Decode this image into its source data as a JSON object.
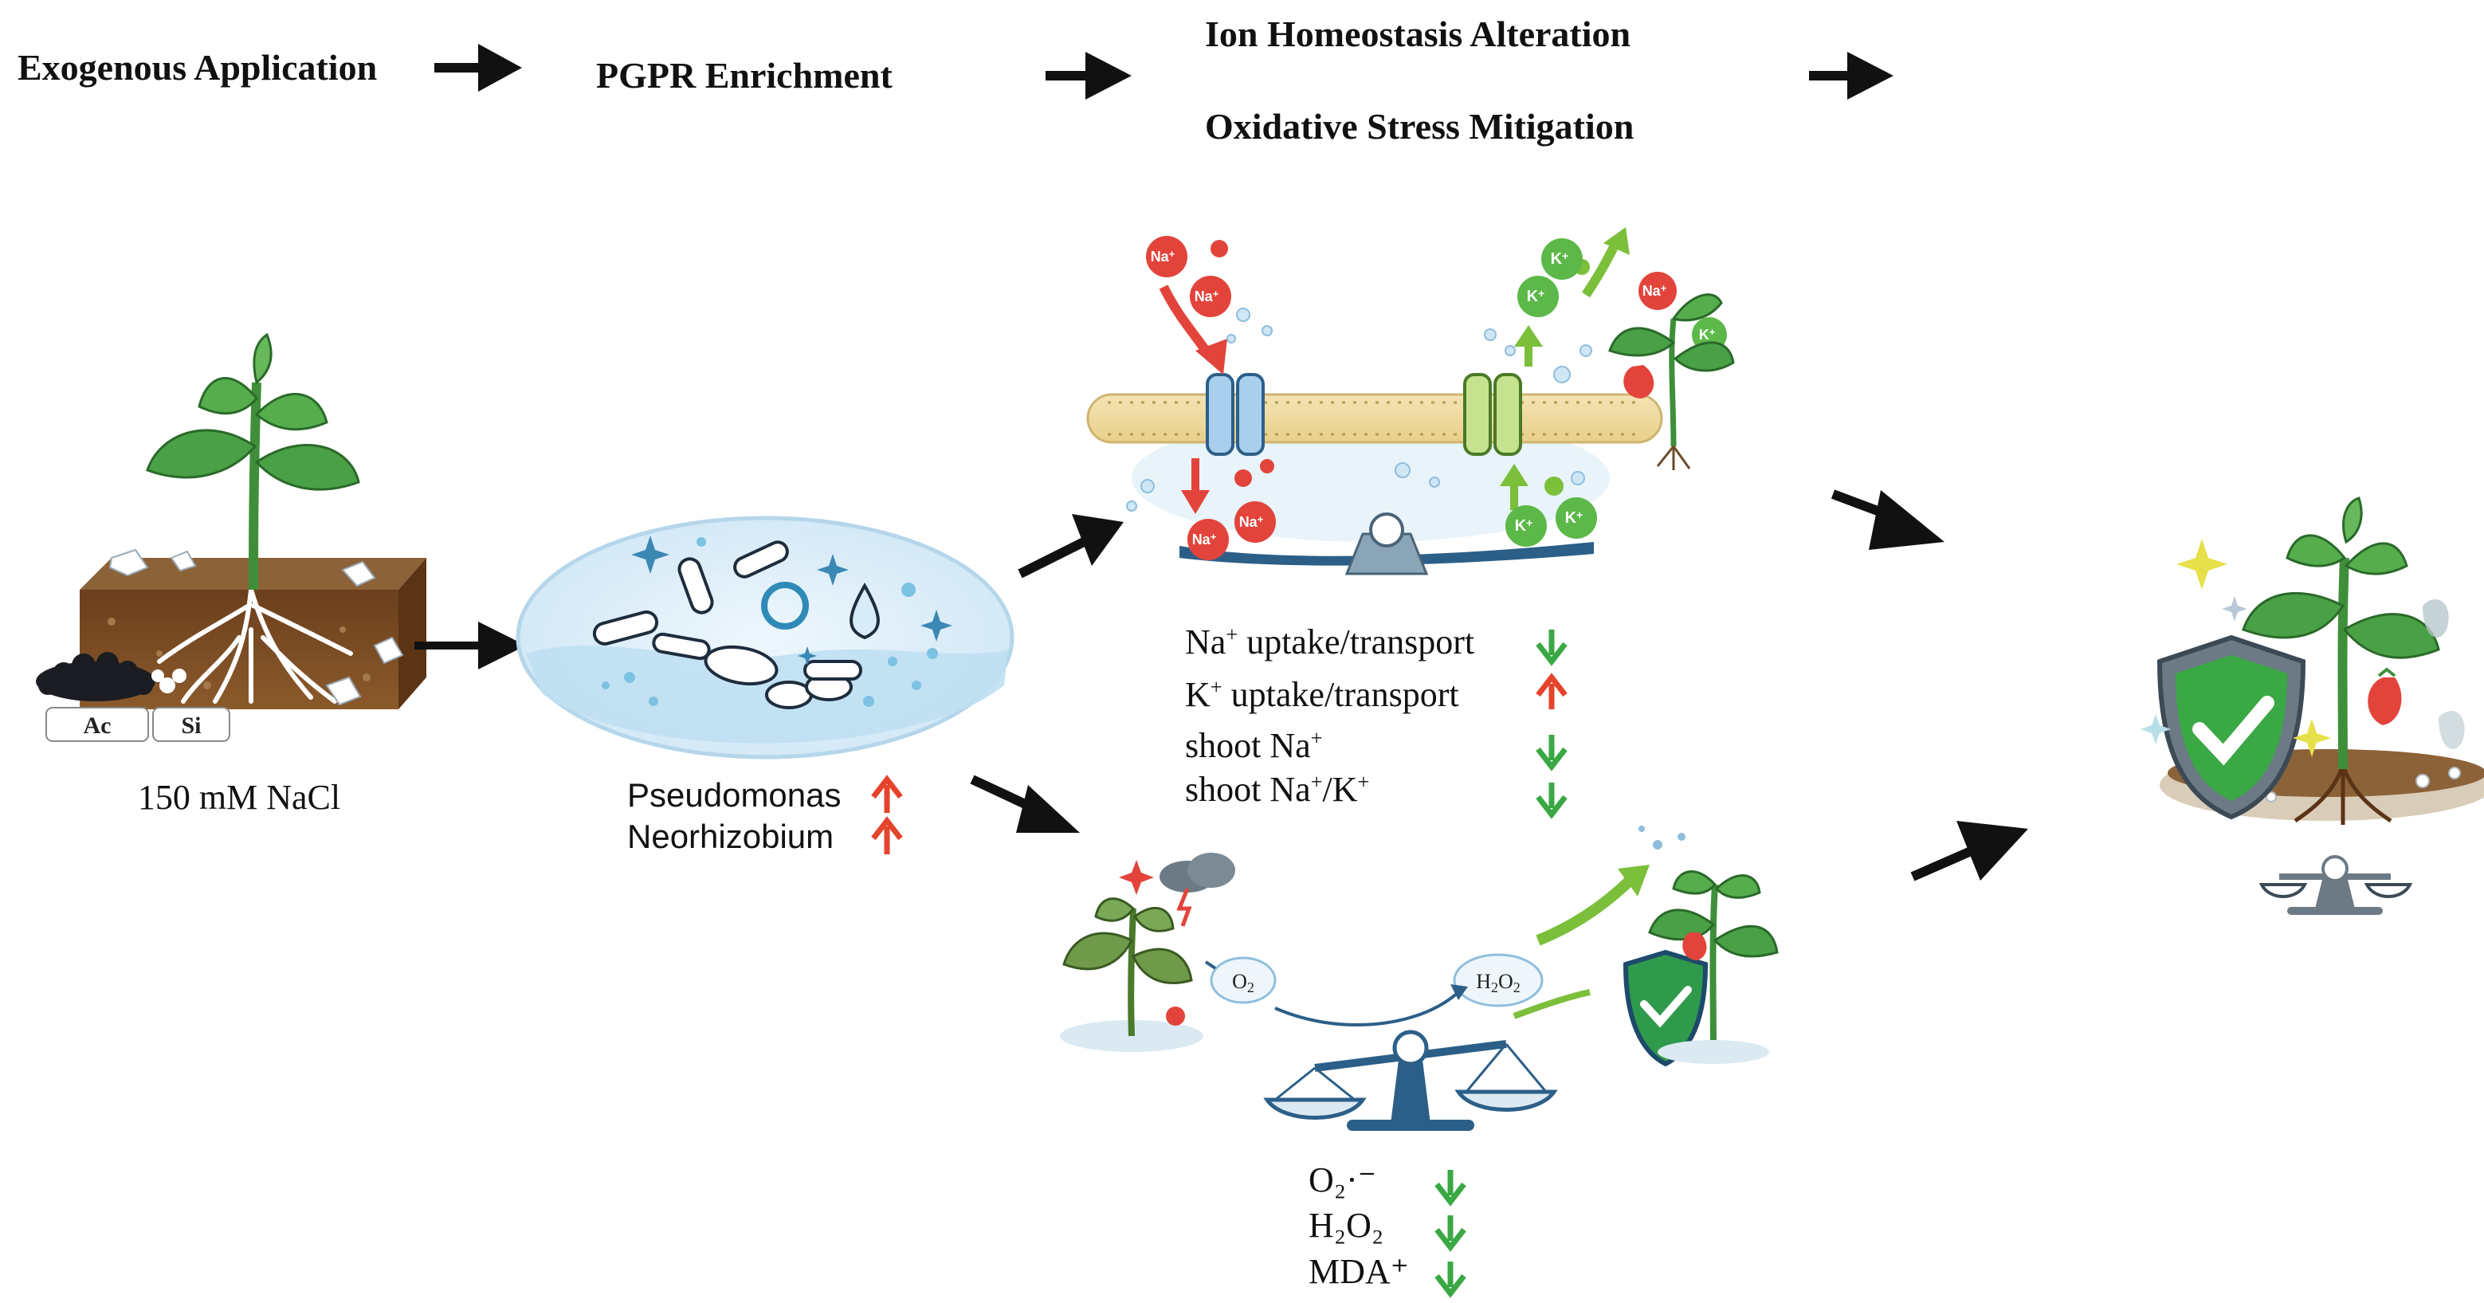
{
  "header": {
    "step1": "Exogenous Application",
    "step2": "PGPR Enrichment",
    "step3a": "Ion Homeostasis Alteration",
    "step3b": "Oxidative Stress Mitigation"
  },
  "soil": {
    "amendment_1": "Ac",
    "amendment_2": "Si",
    "salt_label": "150 mM NaCl"
  },
  "pgpr": {
    "taxa": [
      {
        "name": "Pseudomonas",
        "trend": "up"
      },
      {
        "name": "Neorhizobium",
        "trend": "up"
      }
    ]
  },
  "ion_panel": {
    "na_ion": "Na",
    "k_ion": "K",
    "plus": "+",
    "rows": [
      {
        "pre": "Na",
        "sup": "+",
        "post": " uptake/transport",
        "trend": "down"
      },
      {
        "pre": "K",
        "sup": "+",
        "post": " uptake/transport",
        "trend": "up"
      },
      {
        "pre": "shoot Na",
        "sup": "+",
        "post": "",
        "trend": "down"
      },
      {
        "pre": "shoot Na",
        "sup": "+",
        "post": "/K",
        "sup2": "+",
        "trend": "down"
      }
    ]
  },
  "oxidative_panel": {
    "o2_bubble": "O",
    "o2_sub": "2",
    "h2o2_h": "H",
    "h2o2_sub1": "2",
    "h2o2_o": "O",
    "h2o2_sub2": "2",
    "rows": [
      {
        "label": "O₂·⁻",
        "trend": "down"
      },
      {
        "label": "H₂O₂",
        "trend": "down"
      },
      {
        "label": "MDA⁺",
        "trend": "down"
      }
    ]
  },
  "colors": {
    "arrow_black": "#111111",
    "trend_up": "#e5432b",
    "trend_down": "#3aa844",
    "leaf_green": "#3f8f3a",
    "soil_brown": "#7a4a22",
    "shield_green": "#2f9a4c",
    "water_blue": "#cfe7f5",
    "na_red": "#e2443b",
    "k_green": "#5cb848"
  }
}
